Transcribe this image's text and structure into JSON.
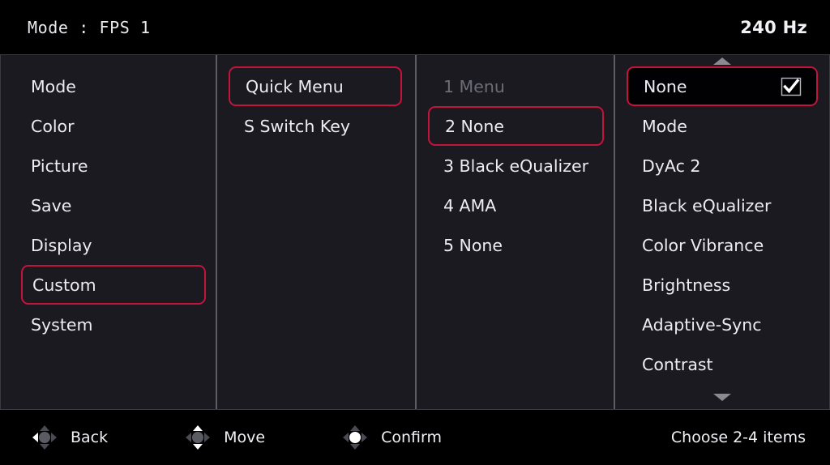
{
  "header": {
    "mode_label": "Mode : FPS 1",
    "refresh_rate": "240 Hz"
  },
  "colors": {
    "accent": "#c4143c",
    "header_bg": "#000000",
    "body_bg": "#1a1a20",
    "text": "#ececf2",
    "text_dim": "#6d6d77",
    "divider": "#5d5d66"
  },
  "columns": {
    "main_menu": {
      "items": [
        {
          "label": "Mode",
          "selected": false,
          "dim": false
        },
        {
          "label": "Color",
          "selected": false,
          "dim": false
        },
        {
          "label": "Picture",
          "selected": false,
          "dim": false
        },
        {
          "label": "Save",
          "selected": false,
          "dim": false
        },
        {
          "label": "Display",
          "selected": false,
          "dim": false
        },
        {
          "label": "Custom",
          "selected": true,
          "dim": false
        },
        {
          "label": "System",
          "selected": false,
          "dim": false
        }
      ]
    },
    "submenu": {
      "items": [
        {
          "label": "Quick Menu",
          "selected": true,
          "dim": false
        },
        {
          "label": "S Switch Key",
          "selected": false,
          "dim": false
        }
      ]
    },
    "slots": {
      "items": [
        {
          "label": "1 Menu",
          "selected": false,
          "dim": true
        },
        {
          "label": "2 None",
          "selected": true,
          "dim": false
        },
        {
          "label": "3 Black eQualizer",
          "selected": false,
          "dim": false
        },
        {
          "label": "4 AMA",
          "selected": false,
          "dim": false
        },
        {
          "label": "5 None",
          "selected": false,
          "dim": false
        }
      ]
    },
    "options": {
      "scroll_up_icon": "triangle-up-icon",
      "scroll_down_icon": "triangle-down-icon",
      "items": [
        {
          "label": "None",
          "selected": true,
          "checked": true,
          "dim": false
        },
        {
          "label": "Mode",
          "selected": false,
          "checked": false,
          "dim": false
        },
        {
          "label": "DyAc 2",
          "selected": false,
          "checked": false,
          "dim": false
        },
        {
          "label": "Black eQualizer",
          "selected": false,
          "checked": false,
          "dim": false
        },
        {
          "label": "Color Vibrance",
          "selected": false,
          "checked": false,
          "dim": false
        },
        {
          "label": "Brightness",
          "selected": false,
          "checked": false,
          "dim": false
        },
        {
          "label": "Adaptive-Sync",
          "selected": false,
          "checked": false,
          "dim": false
        },
        {
          "label": "Contrast",
          "selected": false,
          "checked": false,
          "dim": false
        }
      ]
    }
  },
  "footer": {
    "hints": [
      {
        "label": "Back",
        "icon": "dpad-left-icon",
        "active": "left"
      },
      {
        "label": "Move",
        "icon": "dpad-updown-icon",
        "active": "updown"
      },
      {
        "label": "Confirm",
        "icon": "dpad-center-icon",
        "active": "center"
      }
    ],
    "status": "Choose 2-4 items"
  }
}
